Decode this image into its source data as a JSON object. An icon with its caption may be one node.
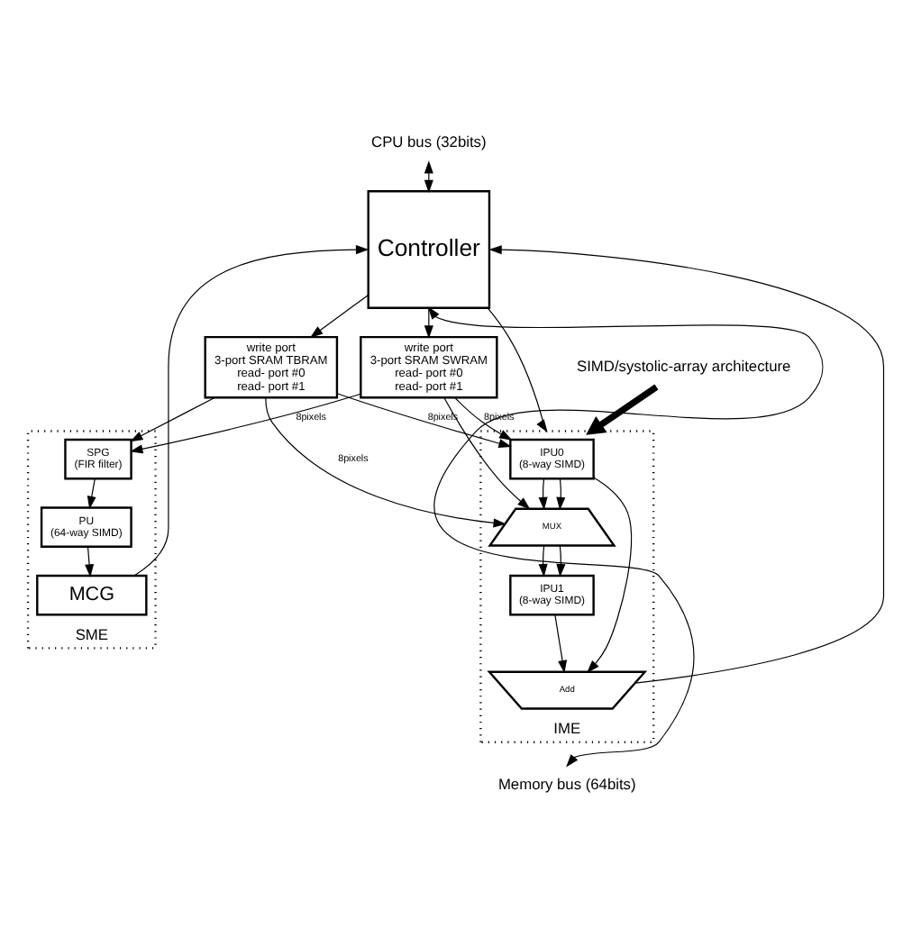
{
  "diagram": {
    "nodes": [
      {
        "text": [
          "CPU bus (32bits)"
        ]
      },
      {
        "text": [
          "Controller"
        ]
      },
      {
        "text": [
          "write port",
          "3-port SRAM TBRAM",
          "read- port #0",
          "read- port #1"
        ]
      },
      {
        "text": [
          "write port",
          "3-port SRAM SWRAM",
          "read- port #0",
          "read- port #1"
        ]
      },
      {
        "text": [
          "IME"
        ]
      },
      {
        "text": [
          "IPU0",
          "(8-way SIMD)"
        ],
        "in": 4
      },
      {
        "text": [
          "MUX"
        ],
        "in": 4
      },
      {
        "text": [
          "IPU1",
          "(8-way SIMD)"
        ],
        "in": 4
      },
      {
        "text": [
          "Add"
        ],
        "in": 4
      },
      {
        "text": [
          "SME"
        ]
      },
      {
        "text": [
          "SPG",
          "(FIR filter)"
        ],
        "in": 9
      },
      {
        "text": [
          "PU",
          "(64-way SIMD)"
        ],
        "in": 9
      },
      {
        "text": [
          "MCG"
        ],
        "in": 9
      },
      {
        "text": [
          "Memory bus (64bits)"
        ]
      },
      {
        "text": [
          "SIMD/systolic-array architecture"
        ]
      }
    ],
    "edges": [
      {
        "from": 0,
        "to": 1,
        "arrow": "both"
      },
      {
        "from": 1,
        "to": 2,
        "arrow": "to"
      },
      {
        "from": 1,
        "to": 3,
        "arrow": "to"
      },
      {
        "from": 2,
        "to": 5,
        "arrow": "to",
        "label": "8pixels"
      },
      {
        "from": 2,
        "to": 6,
        "arrow": "to",
        "label": "8pixels"
      },
      {
        "from": 2,
        "to": 10,
        "arrow": "to"
      },
      {
        "from": 3,
        "to": 5,
        "arrow": "to",
        "label": "8pixels"
      },
      {
        "from": 3,
        "to": 6,
        "arrow": "to"
      },
      {
        "from": 3,
        "to": 10,
        "arrow": "to",
        "label": "8pixels"
      },
      {
        "from": 5,
        "to": 6,
        "arrow": "to"
      },
      {
        "from": 5,
        "to": 6,
        "arrow": "to"
      },
      {
        "from": 5,
        "to": 8,
        "arrow": "to"
      },
      {
        "from": 6,
        "to": 7,
        "arrow": "to"
      },
      {
        "from": 6,
        "to": 7,
        "arrow": "to"
      },
      {
        "from": 7,
        "to": 8,
        "arrow": "to"
      },
      {
        "from": 8,
        "to": 1,
        "arrow": "to"
      },
      {
        "from": 10,
        "to": 11,
        "arrow": "to"
      },
      {
        "from": 11,
        "to": 12,
        "arrow": "to"
      },
      {
        "from": 12,
        "to": 1,
        "arrow": "to"
      },
      {
        "from": 1,
        "to": 4,
        "arrow": "to"
      },
      {
        "from": 13,
        "to": 1,
        "arrow": "both"
      },
      {
        "from": 14,
        "to": 4,
        "arrow": "to",
        "style": "thick"
      }
    ]
  }
}
